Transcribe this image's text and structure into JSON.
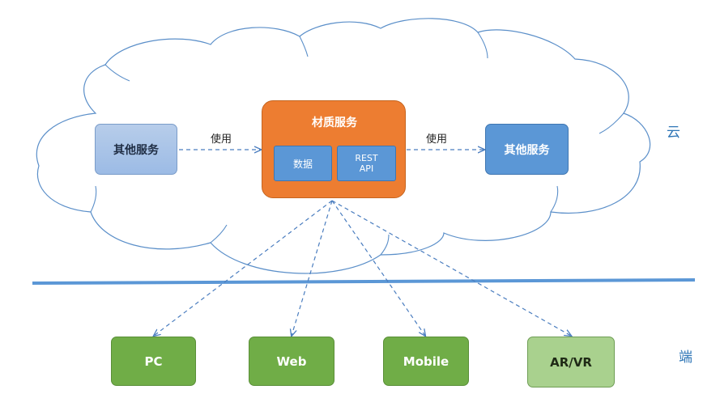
{
  "cloud": {
    "left_service": "其他服务",
    "right_service": "其他服务",
    "center_service": {
      "title": "材质服务",
      "data_label": "数据",
      "api_label": "REST\nAPI"
    },
    "use_left": "使用",
    "use_right": "使用",
    "zone_label": "云"
  },
  "clients": {
    "zone_label": "端",
    "items": [
      "PC",
      "Web",
      "Mobile",
      "AR/VR"
    ]
  },
  "colors": {
    "divider": "#5b97d6",
    "orange": "#ed7d31",
    "green": "#70ad47",
    "green_light": "#a9d18e",
    "blue": "#5b97d6",
    "blue_light": "#9cbbe5"
  }
}
